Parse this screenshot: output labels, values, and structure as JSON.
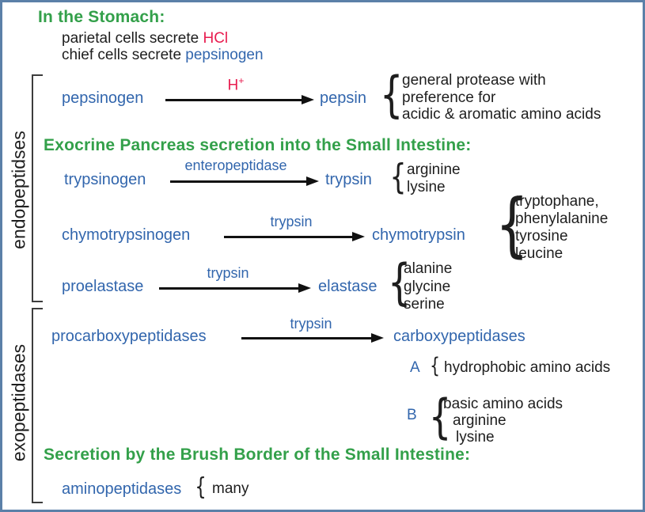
{
  "colors": {
    "green_heading": "#33a04a",
    "blue_enzyme": "#3266ad",
    "red_accent": "#e81c4f",
    "frame_border": "#5b80a8",
    "text_black": "#1e1e1e"
  },
  "headings": {
    "stomach": "In the Stomach:",
    "pancreas": "Exocrine Pancreas secretion into the Small Intestine:",
    "brush_border": "Secretion by the Brush Border of the Small Intestine:"
  },
  "stomach_notes": {
    "parietal_prefix": "parietal cells secrete ",
    "parietal_highlight": "HCl",
    "chief_prefix": "chief cells secrete ",
    "chief_highlight": "pepsinogen"
  },
  "side_labels": {
    "endopeptidases": "endopeptidses",
    "exopeptidases": "exopeptidases"
  },
  "reactions": [
    {
      "substrate": "pepsinogen",
      "catalyst": "H",
      "catalyst_sup": "+",
      "product": "pepsin",
      "targets": [
        "general protease with",
        "preference for",
        "acidic & aromatic amino acids"
      ]
    },
    {
      "substrate": "trypsinogen",
      "catalyst": "enteropeptidase",
      "product": "trypsin",
      "targets": [
        "arginine",
        "lysine"
      ]
    },
    {
      "substrate": "chymotrypsinogen",
      "catalyst": "trypsin",
      "product": "chymotrypsin",
      "targets": [
        "tryptophane,",
        "phenylalanine",
        "tyrosine",
        "leucine"
      ]
    },
    {
      "substrate": "proelastase",
      "catalyst": "trypsin",
      "product": "elastase",
      "targets": [
        "alanine",
        "glycine",
        "serine"
      ]
    },
    {
      "substrate": "procarboxypeptidases",
      "catalyst": "trypsin",
      "product": "carboxypeptidases",
      "targets": []
    }
  ],
  "carboxypeptidase_variants": [
    {
      "label": "A",
      "targets": [
        "hydrophobic amino acids"
      ]
    },
    {
      "label": "B",
      "targets": [
        "basic amino acids",
        "arginine",
        "lysine"
      ]
    }
  ],
  "brush_border_enzyme": {
    "name": "aminopeptidases",
    "targets": [
      "many"
    ]
  }
}
